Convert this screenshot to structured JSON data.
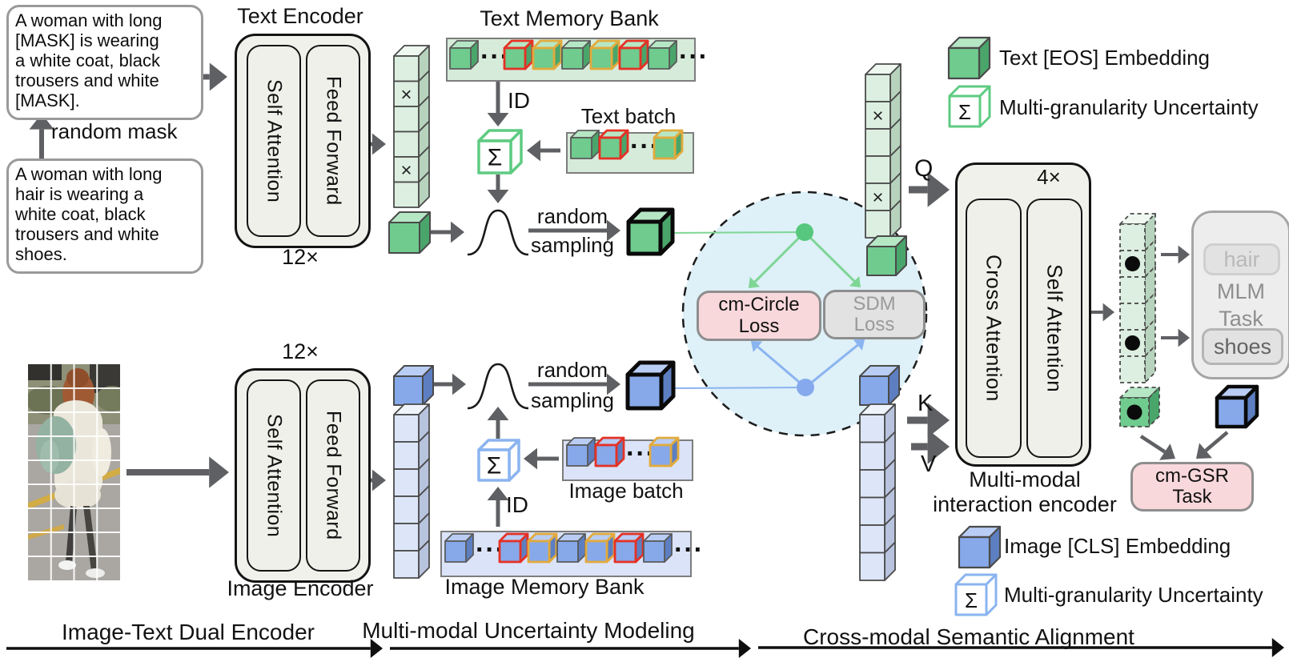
{
  "captions": {
    "masked": "A woman with long\n[MASK] is wearing\na white coat, black\ntrousers and white\n[MASK].",
    "source": "A woman with long\nhair is wearing a\nwhite coat, black\ntrousers and white\nshoes.",
    "random_mask": "random mask"
  },
  "encoders": {
    "text": {
      "title": "Text Encoder",
      "layers": "12×",
      "blocks": [
        "Self Attention",
        "Feed Forward"
      ]
    },
    "image": {
      "title": "Image Encoder",
      "layers": "12×",
      "blocks": [
        "Self Attention",
        "Feed Forward"
      ]
    },
    "interaction": {
      "layers": "4×",
      "blocks": [
        "Cross Attention",
        "Self Attention"
      ],
      "label_line1": "Multi-modal",
      "label_line2": "interaction encoder",
      "q": "Q",
      "k": "K",
      "v": "V"
    }
  },
  "uncertainty": {
    "text_memory_bank": "Text Memory Bank",
    "text_batch": "Text batch",
    "image_batch": "Image batch",
    "image_memory_bank": "Image Memory Bank",
    "id": "ID",
    "random": "random",
    "sampling": "sampling"
  },
  "symbols": {
    "sigma": "Σ",
    "multiply": "×",
    "ellipsis": "···"
  },
  "losses": {
    "cm_circle": "cm-Circle\nLoss",
    "sdm": "SDM\nLoss"
  },
  "tasks": {
    "mlm_word_top": "hair",
    "mlm": "MLM\nTask",
    "mlm_word_bottom": "shoes",
    "cm_gsr": "cm-GSR\nTask"
  },
  "legend_top": [
    {
      "icon": "text-eos-cube-icon",
      "label": "Text [EOS] Embedding"
    },
    {
      "icon": "sigma-cube-green-icon",
      "label": "Multi-granularity Uncertainty"
    }
  ],
  "legend_bottom": [
    {
      "icon": "image-cls-cube-icon",
      "label": "Image [CLS] Embedding"
    },
    {
      "icon": "sigma-cube-blue-icon",
      "label": "Multi-granularity Uncertainty"
    }
  ],
  "sections": [
    "Image-Text Dual Encoder",
    "Multi-modal Uncertainty Modeling",
    "Cross-modal Semantic Alignment"
  ],
  "banks": {
    "memory_sequence": [
      "gray",
      "ellipsis",
      "red",
      "orange",
      "gray",
      "orange",
      "red",
      "gray",
      "ellipsis"
    ],
    "batch_sequence": [
      "gray",
      "red",
      "ellipsis",
      "orange"
    ]
  },
  "colors": {
    "green_front": "#6fcb8e",
    "green_top": "#b6e7c5",
    "green_side": "#4aa56b",
    "green_cell_front": "#dcefe0",
    "green_cell_top": "#eef7f0",
    "green_cell_side": "#b7d3bd",
    "blue_front": "#87a9ea",
    "blue_top": "#b9cdf4",
    "blue_side": "#5d7fc2",
    "blue_cell_front": "#dde6f8",
    "blue_cell_top": "#eef3fc",
    "blue_cell_side": "#b8c3de",
    "band_green": "#d7ebda",
    "band_blue": "#dbe3f8",
    "outline_red": "#e53125",
    "outline_orange": "#e2aa3c",
    "outline_green": "#5ecb82",
    "outline_blue": "#8ab4f0",
    "arrow_gray": "#5f6063",
    "arrow_green": "#7ed694",
    "arrow_blue": "#8ab4f0",
    "circle_fill": "#def0f8",
    "dot_green": "#56c77d",
    "dot_blue": "#85a9ec",
    "pink_fill": "#f9d8db",
    "box_border": "#8e8e8e"
  }
}
